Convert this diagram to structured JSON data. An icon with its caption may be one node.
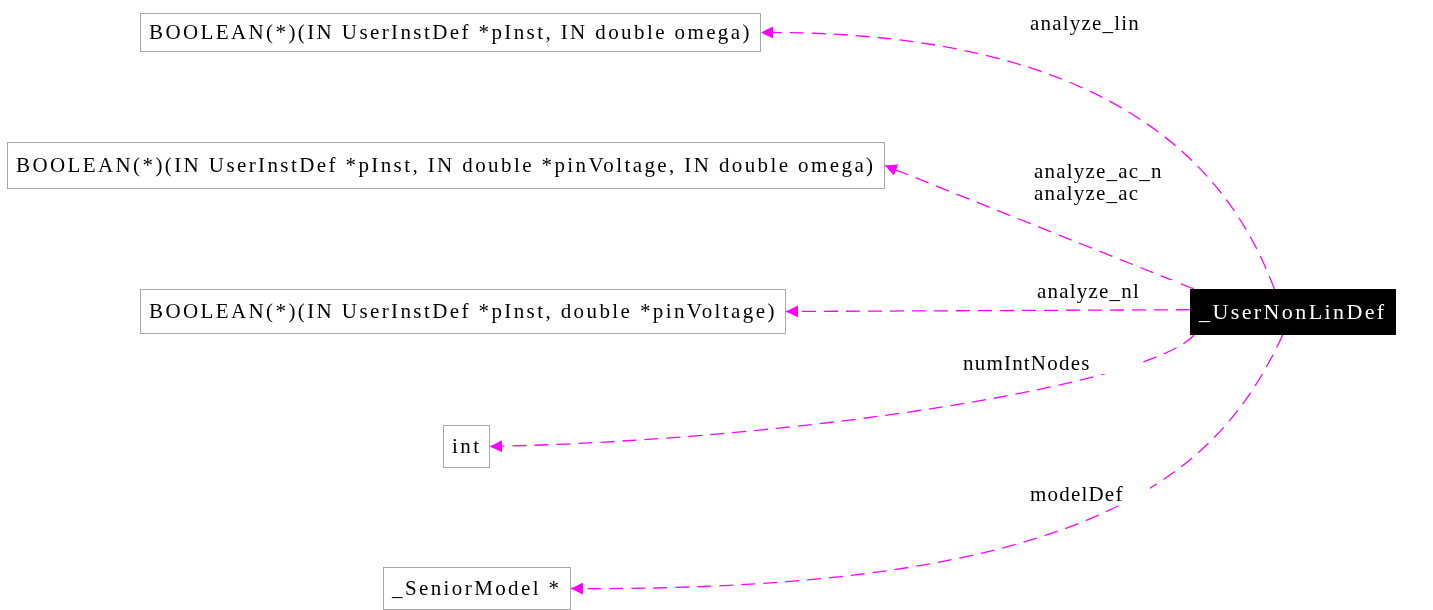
{
  "diagram": {
    "nodes": [
      {
        "text": [
          "BOOLEAN(*)(IN UserInstDef *pInst, IN double omega)"
        ]
      },
      {
        "text": [
          "BOOLEAN(*)(IN UserInstDef *pInst, IN double *pinVoltage, IN double omega)"
        ]
      },
      {
        "text": [
          "BOOLEAN(*)(IN UserInstDef *pInst, double *pinVoltage)"
        ]
      },
      {
        "text": [
          "_UserNonLinDef"
        ]
      },
      {
        "text": [
          "int"
        ]
      },
      {
        "text": [
          "_SeniorModel *"
        ]
      }
    ],
    "edges": [
      {
        "from": 3,
        "to": 0,
        "arrow": "to",
        "label": "analyze_lin",
        "style": "dashed"
      },
      {
        "from": 3,
        "to": 1,
        "arrow": "to",
        "label": "analyze_ac_n analyze_ac",
        "style": "dashed"
      },
      {
        "from": 3,
        "to": 2,
        "arrow": "to",
        "label": "analyze_nl",
        "style": "dashed"
      },
      {
        "from": 3,
        "to": 4,
        "arrow": "to",
        "label": "numIntNodes",
        "style": "dashed"
      },
      {
        "from": 3,
        "to": 5,
        "arrow": "to",
        "label": "modelDef",
        "style": "dashed"
      }
    ]
  }
}
